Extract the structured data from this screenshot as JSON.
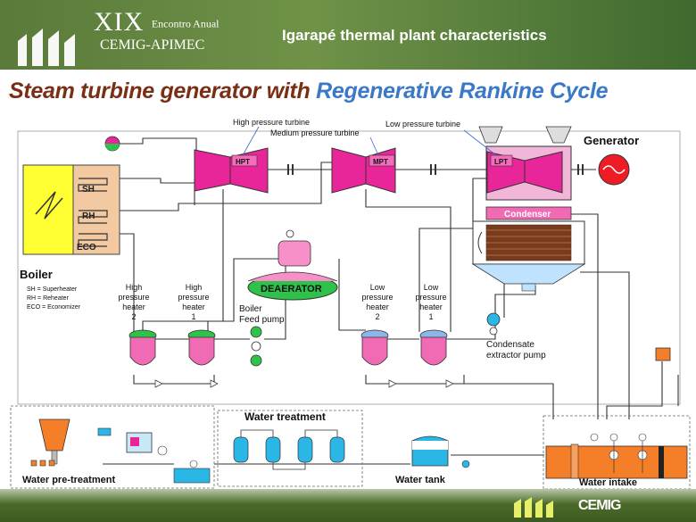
{
  "header": {
    "logo_line1": "XIX",
    "logo_line1_small": "Encontro Anual",
    "logo_line2": "CEMIG-APIMEC",
    "title": "Igarapé thermal plant characteristics"
  },
  "slide": {
    "title_part1": "Steam turbine generator with ",
    "title_part2": "Regenerative Rankine Cycle"
  },
  "diagram": {
    "turbines": {
      "hpt_caption": "High pressure turbine",
      "mpt_caption": "Medium pressure turbine",
      "lpt_caption": "Low pressure turbine",
      "hpt": "HPT",
      "mpt": "MPT",
      "lpt": "LPT"
    },
    "generator": "Generator",
    "condenser": "Condenser",
    "boiler": {
      "title": "Boiler",
      "sh": "SH",
      "rh": "RH",
      "eco": "ECO",
      "legend_sh": "SH  = Superheater",
      "legend_rh": "RH      = Reheater",
      "legend_eco": "ECO = Economizer"
    },
    "heaters": {
      "hp2": [
        "High",
        "pressure",
        "heater",
        "2"
      ],
      "hp1": [
        "High",
        "pressure",
        "heater",
        "1"
      ],
      "lp2": [
        "Low",
        "pressure",
        "heater",
        "2"
      ],
      "lp1": [
        "Low",
        "pressure",
        "heater",
        "1"
      ]
    },
    "deaerator": "DEAERATOR",
    "feed_pump": [
      "Boiler",
      "Feed pump"
    ],
    "condensate_pump": [
      "Condensate",
      "extractor pump"
    ],
    "water_treatment": "Water treatment",
    "water_pretreatment": "Water pre-treatment",
    "water_tank": "Water tank",
    "water_intake": "Water intake"
  },
  "footer": {
    "logo_text": "CEMIG"
  },
  "colors": {
    "header_green": "#6f9248",
    "title_brown": "#7a2e14",
    "title_blue": "#3a78c8",
    "turbine_magenta": "#e8269a",
    "boiler_yellow": "#ffff33",
    "boiler_tan": "#f2c9a0",
    "condenser_pink": "#f06ab4",
    "water_orange": "#f57f29",
    "heater_green": "#2fc24a",
    "tank_cyan": "#2ab7e6"
  }
}
